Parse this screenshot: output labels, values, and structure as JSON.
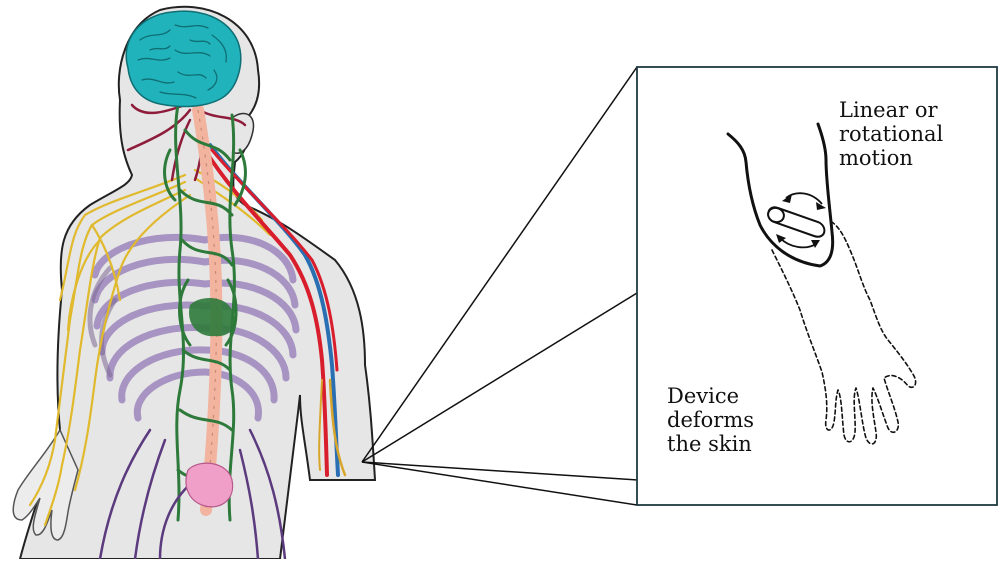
{
  "labels": {
    "motion": "Linear or\nrotational\nmotion",
    "device": "Device\ndeforms\nthe skin"
  },
  "colors": {
    "brain": "#21b3bb",
    "body_fill": "#e6e6e6",
    "nerves_yellow": "#e8c232",
    "ribs_purple": "#a98bc7",
    "chain_green": "#2e7a3b",
    "spine_pink": "#f2b49f",
    "artery_red": "#d81d2c",
    "vein_blue": "#2b6fb3",
    "vessel_dark_red": "#8e1d3c",
    "organ_pink": "#f09fc8"
  },
  "icons": [
    "human-nervous-system-illustration",
    "arm-icon",
    "cylinder-device-icon",
    "double-arrow-icon"
  ]
}
